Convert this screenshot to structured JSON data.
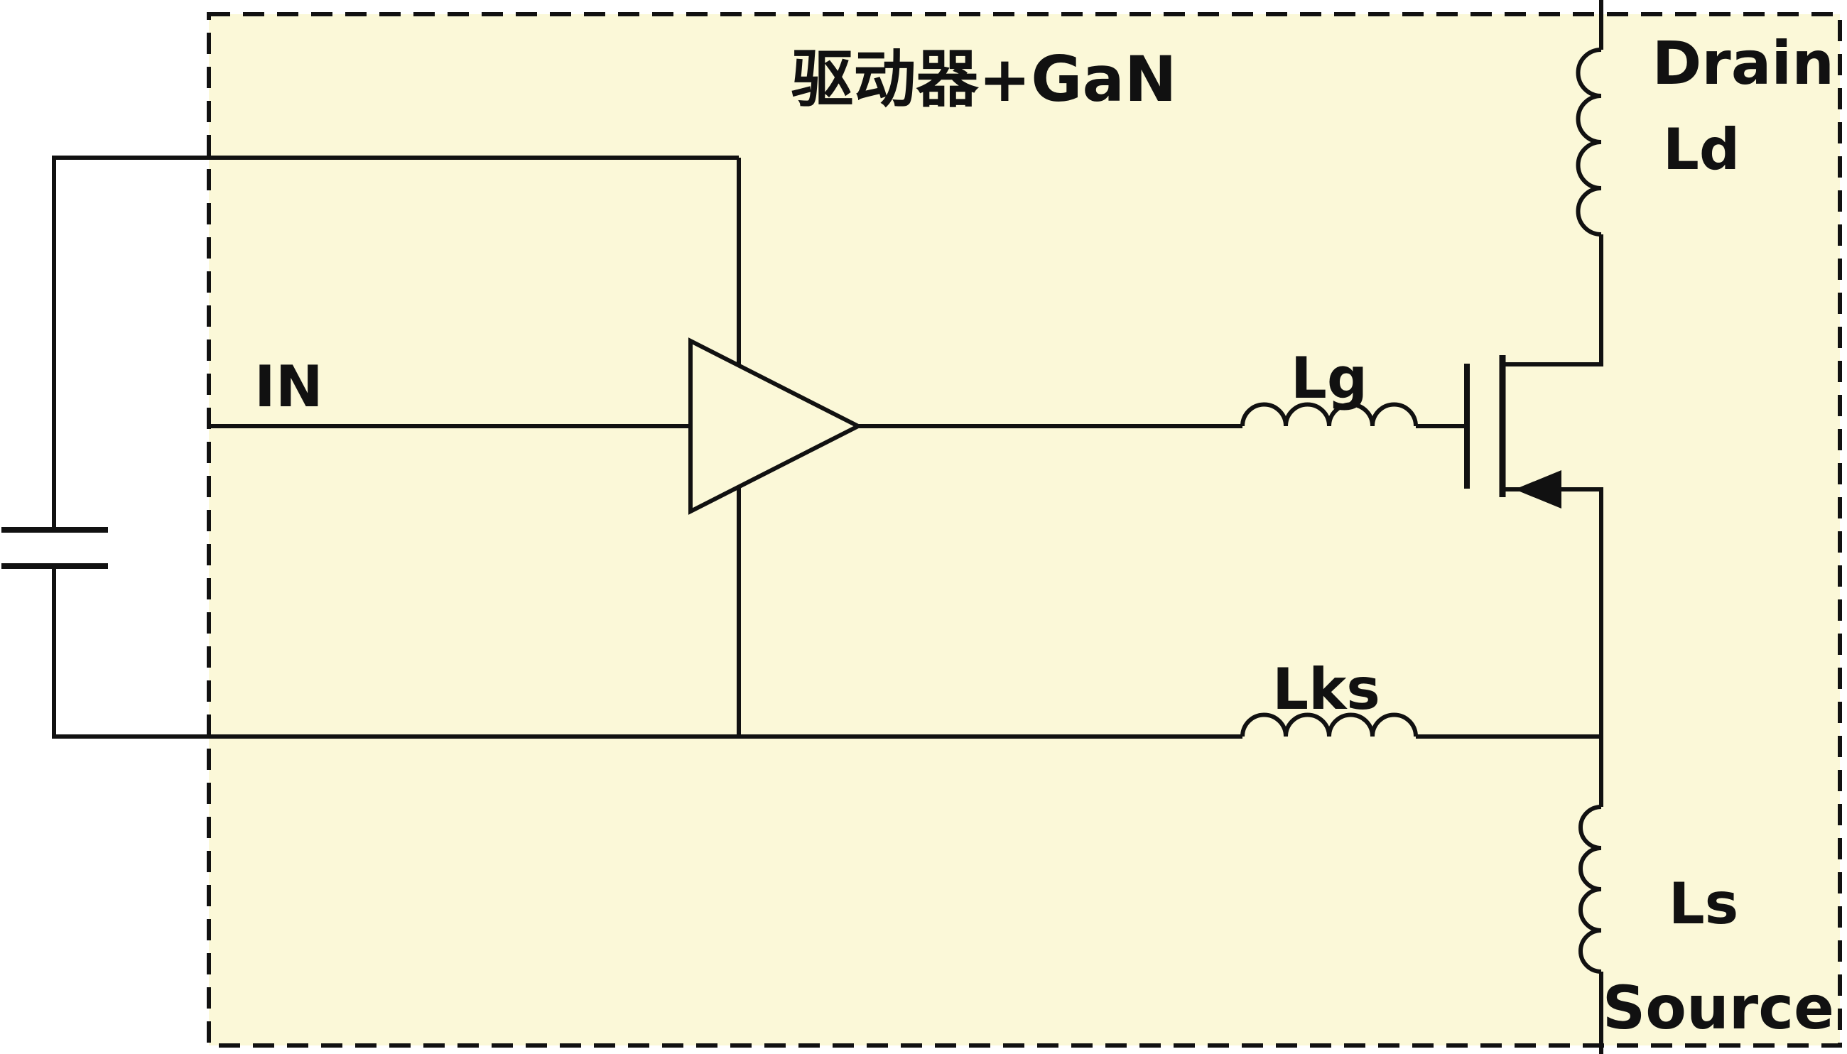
{
  "diagram": {
    "title": "驱动器+GaN",
    "labels": {
      "input": "IN",
      "gate_inductor": "Lg",
      "kelvin_inductor": "Lks",
      "drain_inductor": "Ld",
      "source_inductor": "Ls",
      "drain_terminal": "Drain",
      "source_terminal": "Source"
    },
    "colors": {
      "box_fill": "#FBF8D8",
      "line": "#111111",
      "background": "#FFFFFF"
    }
  }
}
